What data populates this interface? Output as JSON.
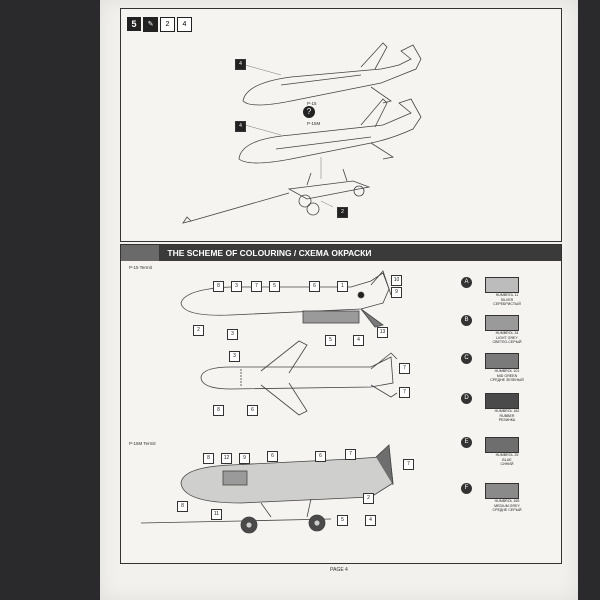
{
  "step": {
    "number": "5",
    "icons": [
      "2",
      "4"
    ]
  },
  "top_panel": {
    "callouts": [
      "4",
      "4",
      "2"
    ],
    "variant_labels": [
      "P-15",
      "P-15M"
    ]
  },
  "scheme": {
    "title": "THE SCHEME OF COLOURING / СХЕМА ОКРАСКИ",
    "variant_1": "P-15 Termit",
    "variant_2": "P-15M Termit"
  },
  "swatches": [
    {
      "letter": "A",
      "color": "#bcbcbc",
      "text": [
        "HUMBROL 11",
        "SILVER",
        "СЕРЕБРИСТЫЙ"
      ]
    },
    {
      "letter": "B",
      "color": "#9a9a9a",
      "text": [
        "HUMBROL 34",
        "LIGHT GREY",
        "СВЕТЛО-СЕРЫЙ"
      ]
    },
    {
      "letter": "C",
      "color": "#7a7a7a",
      "text": [
        "HUMBROL 101",
        "MID GREEN",
        "СРЕДНЕ ЗЕЛЕНЫЙ"
      ]
    },
    {
      "letter": "D",
      "color": "#4a4a4a",
      "text": [
        "HUMBROL 182",
        "RUBBER",
        "РЕЗИНКА"
      ]
    },
    {
      "letter": "E",
      "color": "#6e6e6e",
      "text": [
        "HUMBROL 25",
        "BLUE",
        "СИНИЙ"
      ]
    },
    {
      "letter": "F",
      "color": "#8a8a8a",
      "text": [
        "HUMBROL 165",
        "MEDIUM GREY",
        "СРЕДНЕ СЕРЫЙ"
      ]
    }
  ],
  "callouts_v1": [
    "8",
    "3",
    "7",
    "5",
    "6",
    "1",
    "10",
    "9",
    "2",
    "3",
    "5",
    "4",
    "13"
  ],
  "callouts_v2": [
    "3",
    "7",
    "7",
    "8",
    "6"
  ],
  "callouts_v3": [
    "8",
    "12",
    "9",
    "6",
    "6",
    "7",
    "11",
    "8",
    "7",
    "5",
    "4",
    "2"
  ],
  "page": "PAGE 4"
}
